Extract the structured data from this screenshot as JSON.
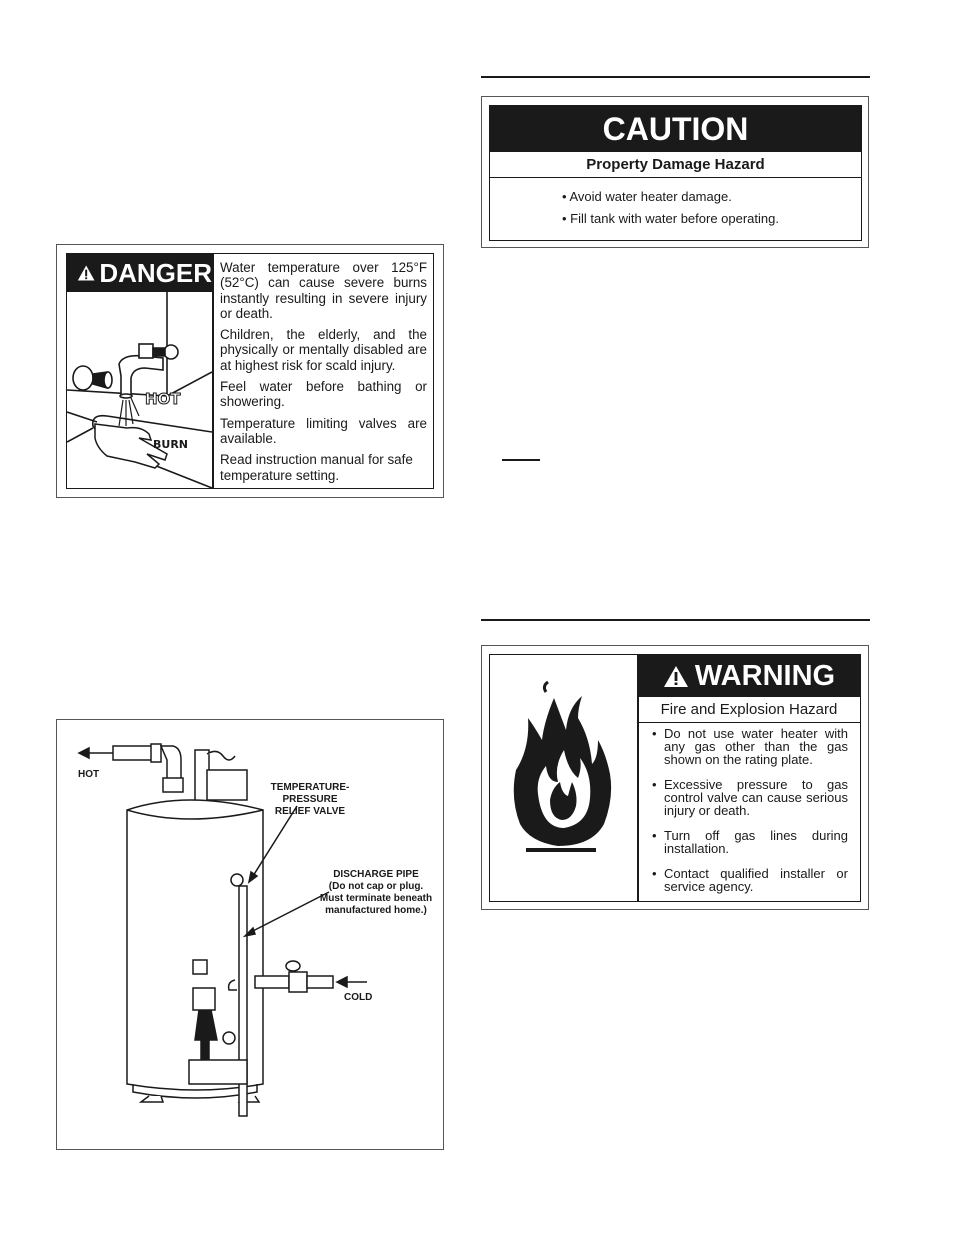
{
  "danger": {
    "title": "DANGER",
    "paragraphs": [
      "Water temperature over 125°F (52°C) can cause severe burns instantly resulting in severe injury or death.",
      "Children, the elderly, and the physically or mentally disabled are at highest risk for scald injury.",
      "Feel water before bathing or showering.",
      "Temperature limiting valves are available.",
      "Read instruction manual for safe temperature setting."
    ],
    "illustration_hot": "HOT",
    "illustration_burn": "BURN"
  },
  "caution": {
    "title": "CAUTION",
    "subtitle": "Property Damage Hazard",
    "items": [
      "• Avoid water heater damage.",
      "• Fill tank with water before operating."
    ]
  },
  "diagram": {
    "hot": "HOT",
    "cold": "COLD",
    "tp_valve": [
      "TEMPERATURE-",
      "PRESSURE",
      "RELIEF VALVE"
    ],
    "discharge": [
      "DISCHARGE PIPE",
      "(Do not cap or plug.",
      "Must terminate beneath",
      "manufactured home.)"
    ]
  },
  "warning": {
    "title": "WARNING",
    "subtitle": "Fire and Explosion Hazard",
    "items": [
      "Do not use water heater with any gas other than the gas shown on the rating plate.",
      "Excessive pressure to gas control valve can cause serious injury or death.",
      "Turn off gas lines during installation.",
      "Contact qualified installer or service agency."
    ]
  },
  "icons": [
    "warning-triangle-icon",
    "flame-icon",
    "faucet-icon",
    "hand-icon"
  ]
}
